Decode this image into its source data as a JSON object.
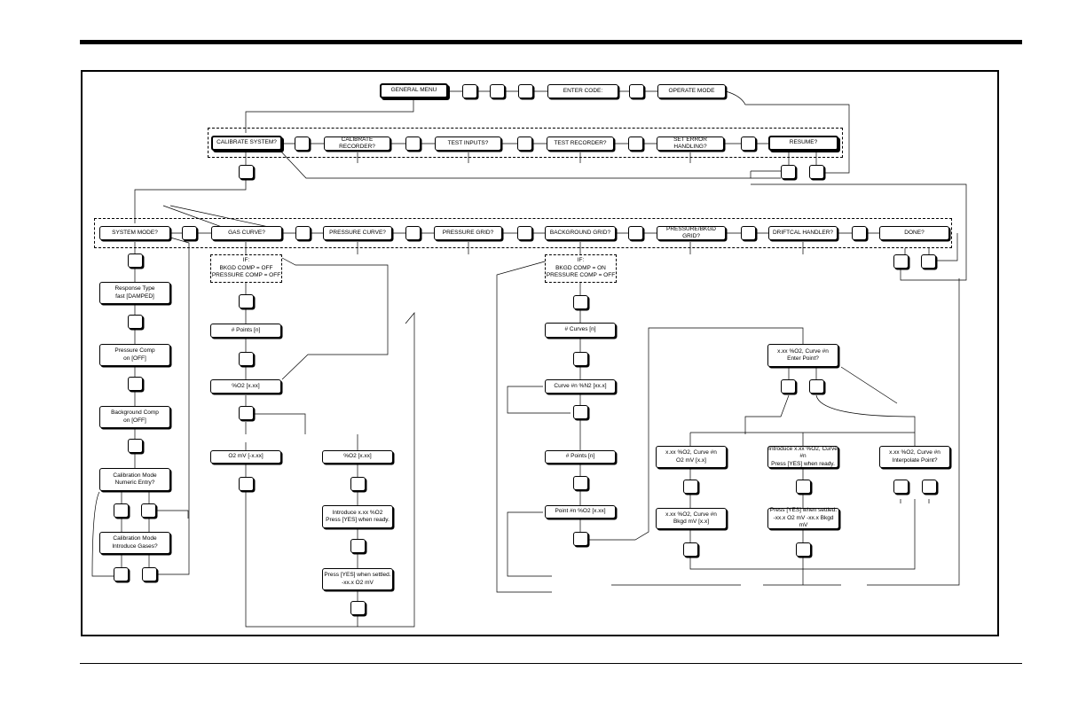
{
  "menu": {
    "general": "GENERAL MENU",
    "enter_code": "ENTER CODE:",
    "operate": "OPERATE MODE"
  },
  "main_row": {
    "calibrate_system": "CALIBRATE SYSTEM?",
    "calibrate_recorder": "CALIBRATE RECORDER?",
    "test_inputs": "TEST INPUTS?",
    "test_recorder": "TEST RECORDER?",
    "set_error_handling": "SET ERROR HANDLING?",
    "resume": "RESUME?"
  },
  "sub_row": {
    "system_mode": "SYSTEM MODE?",
    "gas_curve": "GAS CURVE?",
    "pressure_curve": "PRESSURE CURVE?",
    "pressure_grid": "PRESSURE GRID?",
    "background_grid": "BACKGROUND GRID?",
    "pressure_bkgd_grid": "PRESSURE/BKGD GRID?",
    "driftcal_handler": "DRIFTCAL HANDLER?",
    "done": "DONE?"
  },
  "system_mode": {
    "response_type": "Response Type\nfast [DAMPED]",
    "pressure_comp": "Pressure Comp\non [OFF]",
    "background_comp": "Background Comp\non [OFF]",
    "cal_numeric": "Calibration Mode\nNumeric Entry?",
    "cal_gases": "Calibration Mode\nIntroduce Gases?"
  },
  "gas_curve": {
    "condition": "IF:\nBKGD COMP = OFF\nPRESSURE COMP = OFF",
    "points": "# Points [n]",
    "o2": "%O2 [x.xx]",
    "o2_mv": "O2 mV [-x.xx]",
    "o2_b": "%O2 [x.xx]",
    "introduce": "Introduce x.xx %O2\nPress [YES] when ready.",
    "settled": "Press [YES] when settled.\n-xx.x O2 mV"
  },
  "background_grid": {
    "condition": "IF:\nBKGD COMP = ON\nPRESSURE COMP = OFF",
    "curves": "# Curves [n]",
    "curve_n2": "Curve #n %N2 [xx.x]",
    "points": "# Points [n]",
    "point_o2": "Point #n %O2 [x.xx]"
  },
  "curve_entry": {
    "enter_point": "x.xx %O2, Curve #n\nEnter Point?",
    "o2_mv": "x.xx %O2, Curve #n\nO2 mV [x.x]",
    "bkgd_mv": "x.xx %O2, Curve #n\nBkgd mV [x.x]",
    "introduce": "Introduce x.xx %O2, Curve #n\nPress [YES] when ready.",
    "settled": "Press [YES] when settled.\n-xx.x O2 mV   -xx.x Bkgd mV",
    "interpolate": "x.xx %O2, Curve #n\nInterpolate Point?"
  }
}
